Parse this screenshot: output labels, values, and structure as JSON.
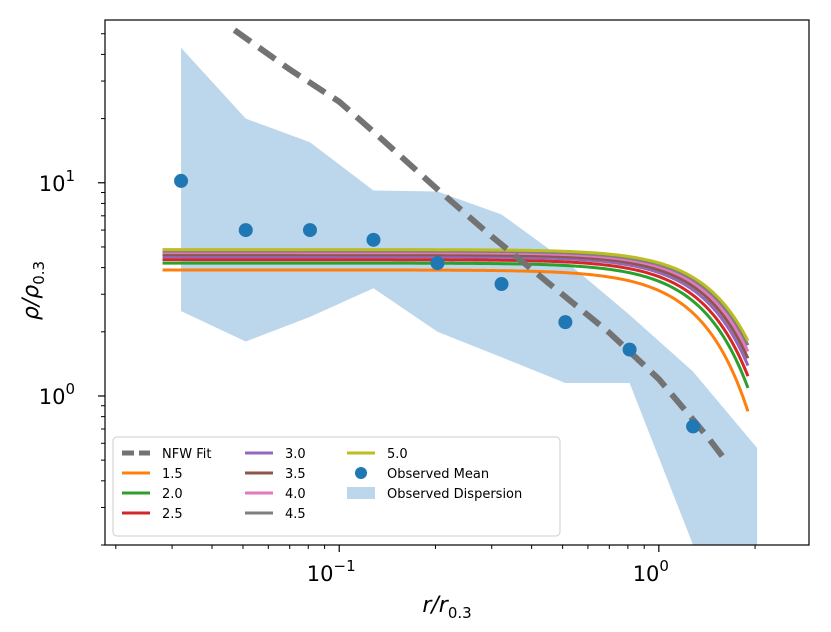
{
  "chart_data": {
    "type": "line",
    "xlabel": "r/r0.3",
    "ylabel": "ρ/ρ0.3",
    "xscale": "log",
    "yscale": "log",
    "xlim": [
      0.0185,
      2.95
    ],
    "ylim": [
      0.2,
      58
    ],
    "grid": false,
    "legend_location": "lower-left",
    "x_ticks": [
      {
        "value": 0.1,
        "base": "10",
        "exp": "−1"
      },
      {
        "value": 1.0,
        "base": "10",
        "exp": "0"
      }
    ],
    "y_ticks": [
      {
        "value": 1.0,
        "base": "10",
        "exp": "0"
      },
      {
        "value": 10.0,
        "base": "10",
        "exp": "1"
      }
    ],
    "nfw": {
      "name": "NFW Fit",
      "color": "#737373",
      "x": [
        0.047,
        0.07,
        0.1,
        0.13,
        0.2,
        0.3,
        0.45,
        0.7,
        1.0,
        1.4,
        1.65
      ],
      "y": [
        52,
        34,
        24,
        17,
        9.5,
        5.6,
        3.4,
        1.98,
        1.2,
        0.66,
        0.48
      ]
    },
    "model_curves": {
      "x_start": 0.028,
      "x_end": 1.9,
      "a_core": 1.35,
      "b_core": 2.0,
      "series": [
        {
          "name": "1.5",
          "color": "#ff7f0e",
          "A": 3.9,
          "xc": 1.65
        },
        {
          "name": "2.0",
          "color": "#2ca02c",
          "A": 4.2,
          "xc": 1.72
        },
        {
          "name": "2.5",
          "color": "#d62728",
          "A": 4.36,
          "xc": 1.76
        },
        {
          "name": "3.0",
          "color": "#9467bd",
          "A": 4.5,
          "xc": 1.8
        },
        {
          "name": "3.5",
          "color": "#8c564b",
          "A": 4.6,
          "xc": 1.83
        },
        {
          "name": "4.0",
          "color": "#e377c2",
          "A": 4.7,
          "xc": 1.86
        },
        {
          "name": "4.5",
          "color": "#7f7f7f",
          "A": 4.78,
          "xc": 1.89
        },
        {
          "name": "5.0",
          "color": "#bcbd22",
          "A": 4.86,
          "xc": 1.91
        }
      ]
    },
    "observed_mean": {
      "name": "Observed Mean",
      "color": "#1f77b4",
      "x": [
        0.032,
        0.051,
        0.081,
        0.128,
        0.203,
        0.322,
        0.51,
        0.81,
        1.28
      ],
      "y": [
        10.2,
        6.0,
        6.0,
        5.4,
        4.2,
        3.35,
        2.22,
        1.65,
        0.72
      ]
    },
    "observed_dispersion": {
      "name": "Observed Dispersion",
      "color": "#a6c8e6",
      "x": [
        0.032,
        0.051,
        0.081,
        0.128,
        0.203,
        0.322,
        0.51,
        0.81,
        1.28,
        2.03
      ],
      "upper": [
        43,
        20,
        15.5,
        9.2,
        9.1,
        7.1,
        4.3,
        2.4,
        1.3,
        0.57
      ],
      "lower": [
        2.5,
        1.8,
        2.35,
        3.2,
        2.0,
        1.52,
        1.15,
        1.15,
        0.2,
        0.2
      ]
    },
    "legend": [
      {
        "label": "NFW Fit",
        "kind": "dashed",
        "color": "#737373"
      },
      {
        "label": "1.5",
        "kind": "line",
        "color": "#ff7f0e"
      },
      {
        "label": "2.0",
        "kind": "line",
        "color": "#2ca02c"
      },
      {
        "label": "2.5",
        "kind": "line",
        "color": "#d62728"
      },
      {
        "label": "3.0",
        "kind": "line",
        "color": "#9467bd"
      },
      {
        "label": "3.5",
        "kind": "line",
        "color": "#8c564b"
      },
      {
        "label": "4.0",
        "kind": "line",
        "color": "#e377c2"
      },
      {
        "label": "4.5",
        "kind": "line",
        "color": "#7f7f7f"
      },
      {
        "label": "5.0",
        "kind": "line",
        "color": "#bcbd22"
      },
      {
        "label": "Observed Mean",
        "kind": "marker",
        "color": "#1f77b4"
      },
      {
        "label": "Observed Dispersion",
        "kind": "patch",
        "color": "#a6c8e6"
      }
    ]
  }
}
